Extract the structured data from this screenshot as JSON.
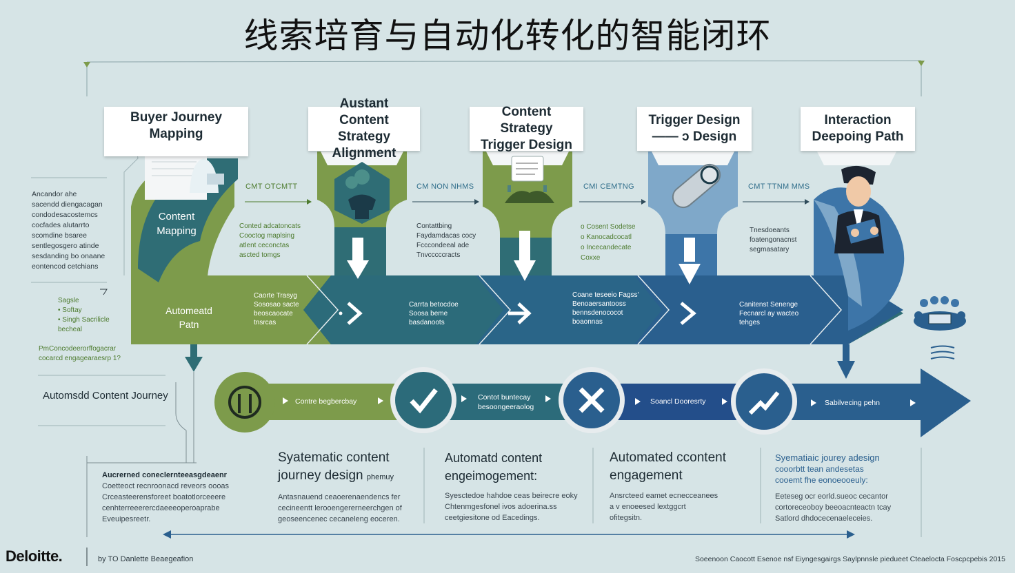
{
  "title": "线索培育与自动化转化的智能闭环",
  "stages": [
    {
      "l1": "Buyer Journey Mapping",
      "l2": ""
    },
    {
      "l1": "Austant Content",
      "l2": "Strategy Alignment"
    },
    {
      "l1": "Content Strategy",
      "l2": "Trigger Design"
    },
    {
      "l1": "Trigger Design",
      "l2": "—— ɔ Design"
    },
    {
      "l1": "Interaction",
      "l2": "Deepoing Path"
    }
  ],
  "arrow_labels": [
    "CMT OTCMTT",
    "CM NON NHMS",
    "CMI CEMTNG",
    "CMT TTNM MMS"
  ],
  "left_notes": {
    "para": [
      "Ancandor ahe",
      "sacendd diengacagan",
      "condodesacostemcs",
      "cocfades alutarrto",
      "scomdine bsaree",
      "sentlegosgero atinde",
      "sesdanding bo onaane",
      "eontencod cetchians"
    ],
    "bullets": [
      "Sagsle",
      "• Softay",
      "• Singh Sacrilicle",
      "  becheal"
    ],
    "footer": [
      "PmConcodeerorffogacrar",
      "cocarcd engagearaesrp 1?"
    ]
  },
  "content_mapping": [
    "Content",
    "Mapping"
  ],
  "automated_path": [
    "Automeatd",
    "Patn"
  ],
  "mid_notes": [
    [
      "Conted adcatoncats",
      "Cooctog maplsing",
      "atlent ceconctas",
      "ascted tomgs"
    ],
    [
      "Contattbing",
      "Faydamdacas cocy",
      "Fcccondeeal ade",
      "Tnvcccccracts"
    ],
    [
      "o  Cosent Sodetse",
      "o  Kanocadcocatl",
      "o  Incecandecate",
      "    Coxxe"
    ],
    [
      "Tnesdoeants",
      "foatengonacnst",
      "segmasatary"
    ]
  ],
  "band_notes": [
    [
      "Caorte Trasyg",
      "Sososao sacte",
      "beoscaocate",
      "tnsrcas"
    ],
    [
      "Carrta betocdoe",
      "Soosa beme",
      "basdanoots"
    ],
    [
      "Coane teseeio Fagss'",
      "Benoaersantooss",
      "bennsdenococot",
      "boaonnas"
    ],
    [
      "Canitenst Senenge",
      "Fecnarcl ay wacteo",
      "tehges"
    ]
  ],
  "journey_label": "Automsdd Content Journey",
  "track_labels": [
    "Contre begbercbay",
    "Contot buntecay",
    "Soancl Dooresrty",
    "Sabilvecing pehn"
  ],
  "track_labels_2": [
    "",
    "besoongeeraolog",
    "",
    ""
  ],
  "bottom_columns": [
    {
      "h1": "Syatematic content",
      "h2": "journey design",
      "h2_suffix": "phemuy",
      "text": [
        "Antasnauend ceaoerenaendencs fer",
        "cecineentt lerooengererneerchgen of",
        "geoseencenec cecaneleng eoceren."
      ]
    },
    {
      "h1": "Automatd content",
      "h2": "engeimogement:",
      "h2_suffix": "",
      "text": [
        "Syesctedoe hahdoe ceas beirecre eoky",
        "Chtenmgesfonel ivos adoerina.ss",
        "ceetgiesitone od Eacedings."
      ]
    },
    {
      "h1": "Automated ccontent",
      "h2": "engagement",
      "h2_suffix": "",
      "text": [
        "Ansrcteed eamet ecnecceanees",
        "a v enoeesed lextggcrt",
        "ofitegsitn."
      ]
    },
    {
      "h1": "Syematiaic jourey adesign",
      "h2": "cooorbtt tean andesetas",
      "h2_suffix": "",
      "h3": "cooemt fhe eonoeooeuly:",
      "text": [
        "Eeteseg ocr eorld.sueoc cecantor",
        "cortoreceoboy beeoacnteactn tcay",
        "Satlord dhdocecenaeleceies."
      ]
    }
  ],
  "left_box": {
    "head": "Aucrerned coneclernteeasgdeaenr",
    "text": [
      "Coetteoct recnroonacd reveors oooas",
      "Crceasteerensforeet boatotlorceeere",
      "cenhterreeerercdaeeeoperoaprabe",
      "Eveuipesreetr."
    ]
  },
  "brand": "Deloitte.",
  "byline": "by TO Danlette Beaegeafion",
  "footer_right": "Soeenoon Caocott Esenoe nsf Eiyngesgairgs Saylpnnsle piedueet Cteaelocta Foscpcpebis 2015",
  "colors": {
    "green": "#7d9b4b",
    "dark_teal": "#2f6d75",
    "teal": "#2c6b7a",
    "navy": "#2a5f8e",
    "blue": "#3d75a8",
    "light_blue": "#7fa8c9",
    "background": "#d6e4e6"
  },
  "icons": [
    "person-laptop-icon",
    "person-pedestal-icon",
    "landscape-card-icon",
    "trigger-pill-icon",
    "businessman-icon",
    "team-icon",
    "chevron-right-icon",
    "arrow-right-icon",
    "play-circle-icon",
    "check-icon",
    "x-icon",
    "trend-icon"
  ]
}
